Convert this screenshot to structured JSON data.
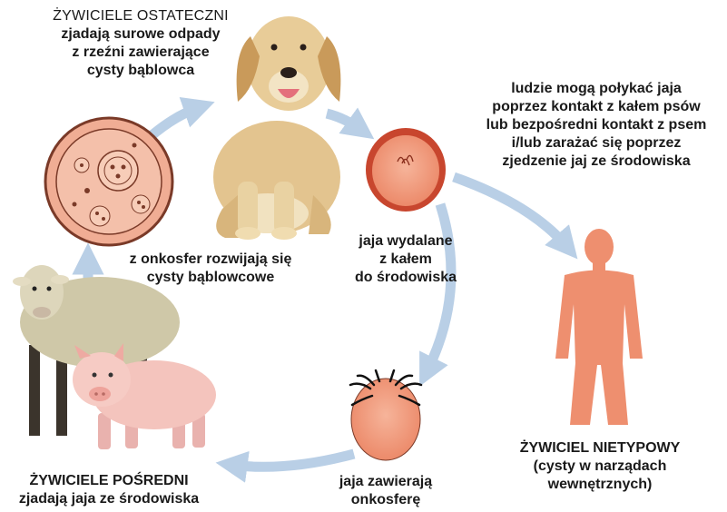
{
  "definitive_host": {
    "heading": "ŻYWICIELE OSTATECZNI",
    "lines": [
      "zjadają surowe odpady",
      "z rzeźni zawierające",
      "cysty bąblowca"
    ]
  },
  "human_route": {
    "lines": [
      "ludzie mogą połykać jaja",
      "poprzez kontakt z kałem psów",
      "lub bezpośredni kontakt z psem",
      "i/lub zarażać się poprzez",
      "zjedzenie jaj ze środowiska"
    ]
  },
  "eggs_excreted": {
    "lines": [
      "jaja wydalane",
      "z kałem",
      "do środowiska"
    ]
  },
  "cysts_develop": {
    "lines": [
      "z onkosfer rozwijają się",
      "cysty bąblowcowe"
    ]
  },
  "intermediate_host": {
    "heading": "ŻYWICIELE POŚREDNI",
    "subtext": "zjadają jaja ze środowiska"
  },
  "eggs_oncosphere": {
    "lines": [
      "jaja zawierają",
      "onkosferę"
    ]
  },
  "aberrant_host": {
    "heading": "ŻYWICIEL NIETYPOWY",
    "lines": [
      "(cysty w narządach",
      "wewnętrznych)"
    ]
  },
  "colors": {
    "arrow": "#b9cfe6",
    "egg_fill": "#f09a7c",
    "egg_rim": "#c8462e",
    "human": "#ee8f6f",
    "cyst_fill": "#f3b8a0",
    "cyst_outline": "#7a3a28"
  }
}
